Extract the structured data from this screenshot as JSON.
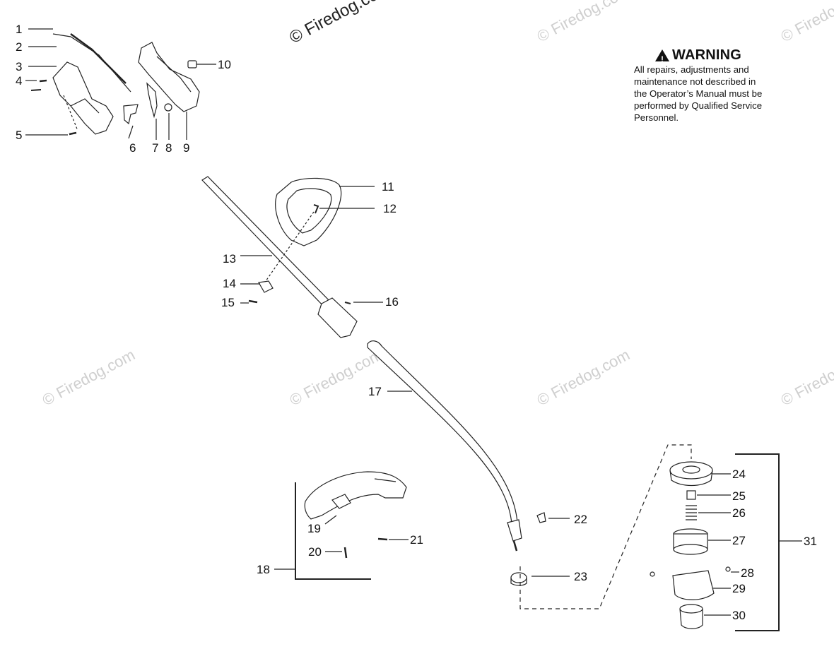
{
  "watermarks": {
    "main": "© Firedog.com",
    "text": "© Firedog.com"
  },
  "warning": {
    "icon": "warning-triangle-icon",
    "title": "WARNING",
    "lines": [
      "All repairs, adjustments and",
      "maintenance not described in",
      "the Operator’s Manual must be",
      "performed by Qualified Service",
      "Personnel."
    ]
  },
  "part_numbers": [
    "1",
    "2",
    "3",
    "4",
    "5",
    "6",
    "7",
    "8",
    "9",
    "10",
    "11",
    "12",
    "13",
    "14",
    "15",
    "16",
    "17",
    "18",
    "19",
    "20",
    "21",
    "22",
    "23",
    "24",
    "25",
    "26",
    "27",
    "28",
    "29",
    "30",
    "31"
  ]
}
